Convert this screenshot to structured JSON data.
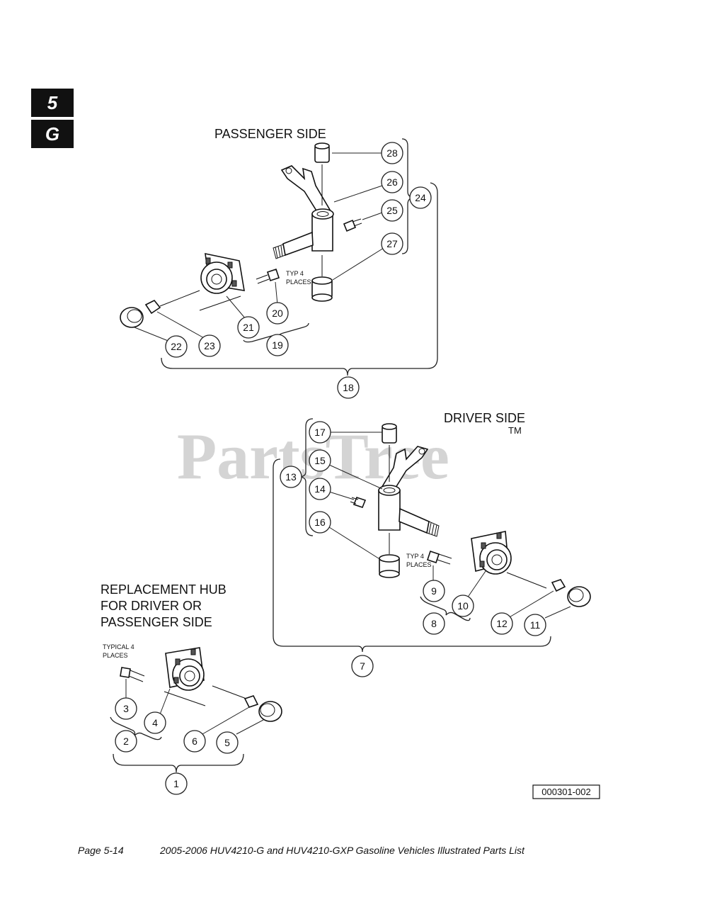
{
  "section_tab": {
    "section": "5",
    "subsection": "G"
  },
  "watermark": {
    "text": "PartsTree",
    "tm": "TM"
  },
  "groups": {
    "passenger": {
      "title": "PASSENGER SIDE",
      "note_line1": "TYP 4",
      "note_line2": "PLACES"
    },
    "driver": {
      "title": "DRIVER SIDE",
      "note_line1": "TYP 4",
      "note_line2": "PLACES"
    },
    "replacement": {
      "title_line1": "REPLACEMENT HUB",
      "title_line2": "FOR DRIVER OR",
      "title_line3": "PASSENGER SIDE",
      "note_line1": "TYPICAL 4",
      "note_line2": "PLACES"
    }
  },
  "callouts": [
    "1",
    "2",
    "3",
    "4",
    "5",
    "6",
    "7",
    "8",
    "9",
    "10",
    "11",
    "12",
    "13",
    "14",
    "15",
    "16",
    "17",
    "18",
    "19",
    "20",
    "21",
    "22",
    "23",
    "24",
    "25",
    "26",
    "27",
    "28"
  ],
  "figure_ref": "000301-002",
  "footer": {
    "page": "Page 5-14",
    "doc_title": "2005-2006 HUV4210-G and HUV4210-GXP Gasoline Vehicles Illustrated Parts List"
  }
}
